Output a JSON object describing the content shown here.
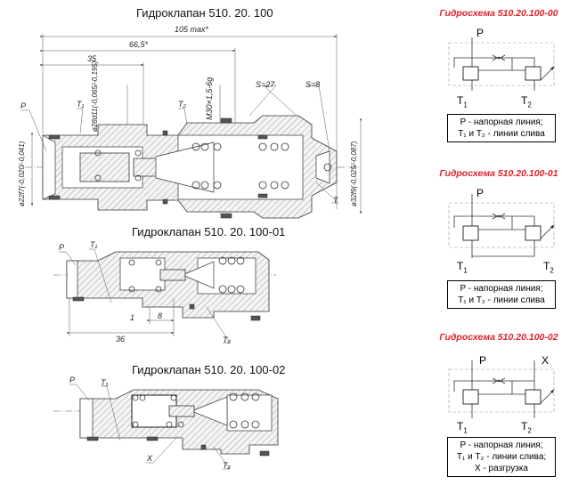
{
  "drawings": [
    {
      "title": "Гидроклапан 510. 20. 100",
      "dimensions": {
        "overall": "105 max*",
        "mid": "66,5*",
        "short": "35",
        "bore": "ø28d11(-0,065/-0,195)",
        "thread": "M30×1,5-6g",
        "left_dia": "ø22f7(-0,020/-0,041)",
        "right_dia": "ø32f9(-0,025/-0,087)",
        "wrench1": "S=27",
        "wrench2": "S=8"
      },
      "labels": {
        "p": "P",
        "t1": "T₁",
        "t2": "T₂",
        "t": "T"
      }
    },
    {
      "title": "Гидроклапан 510. 20. 100-01",
      "dimensions": {
        "length": "36",
        "gap": "8",
        "small": "1"
      },
      "labels": {
        "p": "P",
        "t1": "T₁",
        "t2": "T₂"
      }
    },
    {
      "title": "Гидроклапан 510. 20. 100-02",
      "labels": {
        "p": "P",
        "t1": "T₁",
        "x": "X",
        "t2": "T₂"
      }
    }
  ],
  "schemes": [
    {
      "title": "Гидросхема 510.20.100-00",
      "port_p": "P",
      "port_t1": "T",
      "port_t2": "T",
      "sub1": "1",
      "sub2": "2",
      "legend": [
        "P - напорная линия;",
        "T₁ и T₂ - линии слива"
      ]
    },
    {
      "title": "Гидросхема 510.20.100-01",
      "port_p": "P",
      "port_t1": "T",
      "port_t2": "T",
      "sub1": "1",
      "sub2": "2",
      "legend": [
        "P - напорная линия;",
        "T₁ и T₂ - линии слива"
      ]
    },
    {
      "title": "Гидросхема 510.20.100-02",
      "port_p": "P",
      "port_x": "X",
      "port_t1": "T",
      "port_t2": "T",
      "sub1": "1",
      "sub2": "2",
      "legend": [
        "P - напорная линия;",
        "T₁ и T₂ - линии слива;",
        "X - разгрузка"
      ]
    }
  ],
  "colors": {
    "scheme_title": "#e0202a"
  }
}
